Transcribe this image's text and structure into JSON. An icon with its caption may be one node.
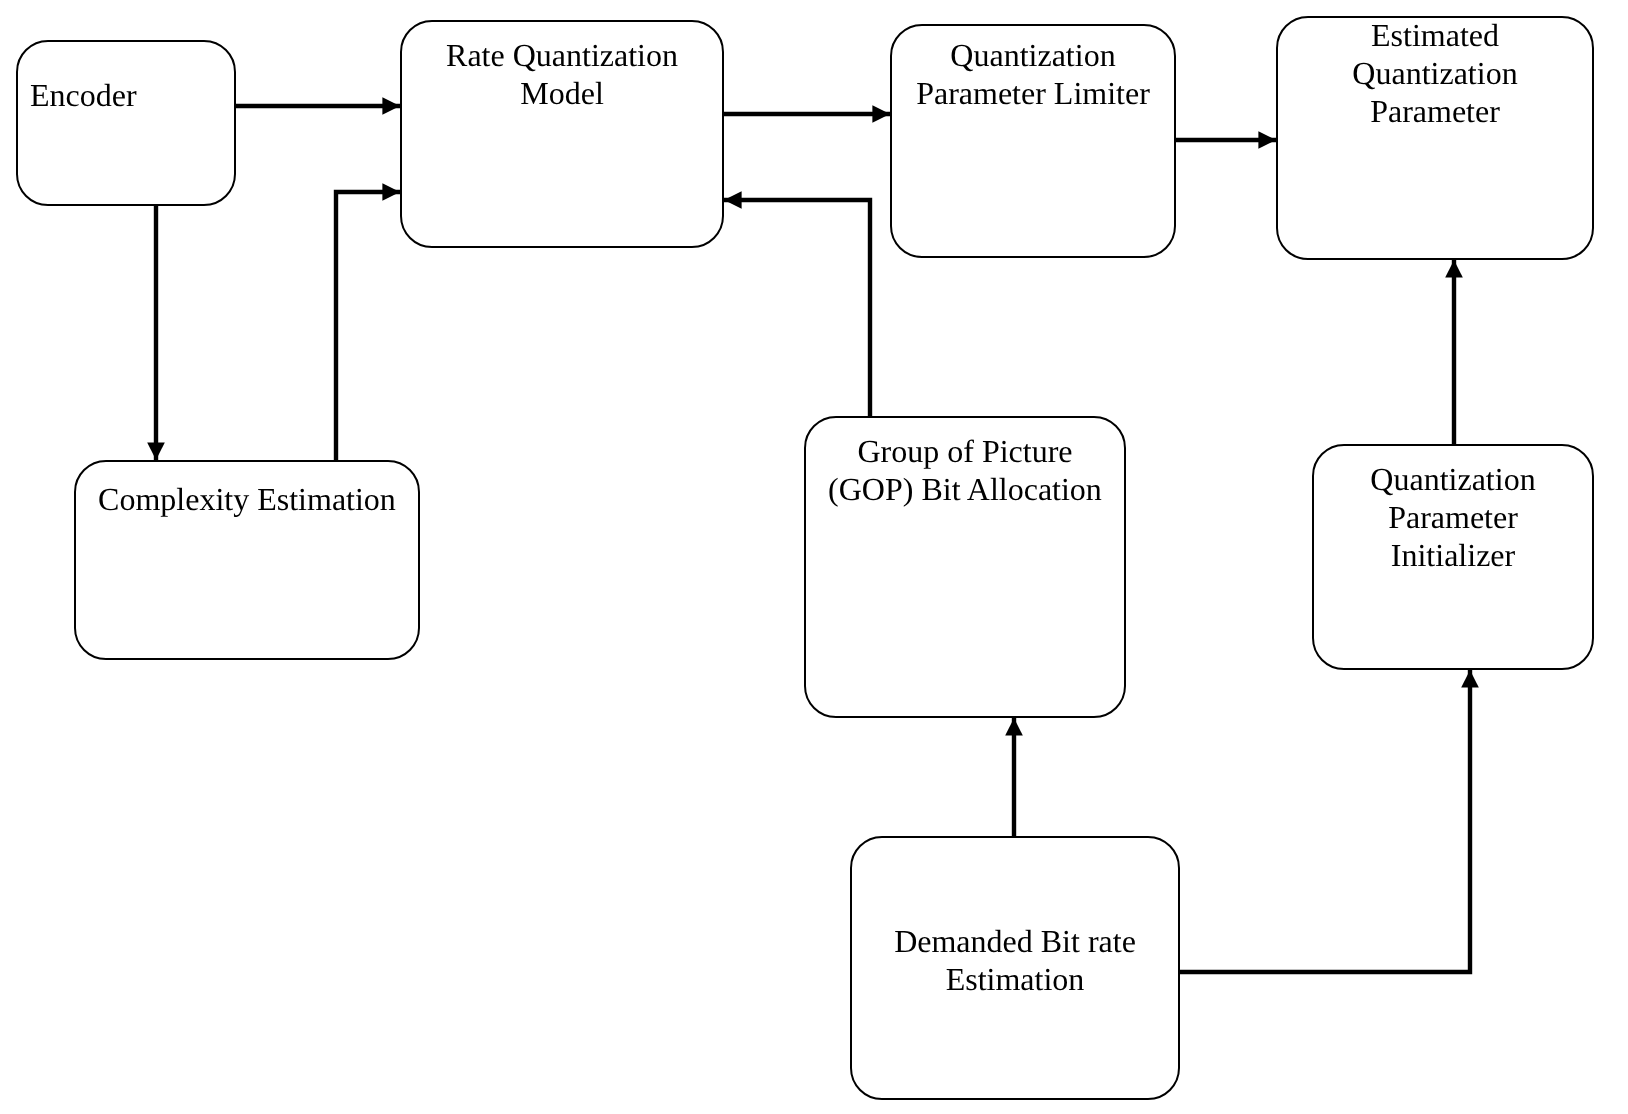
{
  "diagram": {
    "nodes": [
      {
        "text": [
          "Encoder"
        ]
      },
      {
        "text": [
          "Rate Quantization Model"
        ]
      },
      {
        "text": [
          "Quantization Parameter Limiter"
        ]
      },
      {
        "text": [
          "Estimated Quantization Parameter"
        ]
      },
      {
        "text": [
          "Complexity Estimation"
        ]
      },
      {
        "text": [
          "Group of Picture (GOP) Bit Allocation"
        ]
      },
      {
        "text": [
          "Quantization Parameter Initializer"
        ]
      },
      {
        "text": [
          "Demanded Bit rate Estimation"
        ]
      }
    ],
    "edges": [
      {
        "from": 0,
        "to": 1,
        "arrow": "to"
      },
      {
        "from": 0,
        "to": 4,
        "arrow": "to"
      },
      {
        "from": 4,
        "to": 1,
        "arrow": "to"
      },
      {
        "from": 5,
        "to": 1,
        "arrow": "to"
      },
      {
        "from": 1,
        "to": 2,
        "arrow": "to"
      },
      {
        "from": 2,
        "to": 3,
        "arrow": "to"
      },
      {
        "from": 6,
        "to": 3,
        "arrow": "to"
      },
      {
        "from": 7,
        "to": 5,
        "arrow": "to"
      },
      {
        "from": 7,
        "to": 6,
        "arrow": "to"
      }
    ]
  }
}
